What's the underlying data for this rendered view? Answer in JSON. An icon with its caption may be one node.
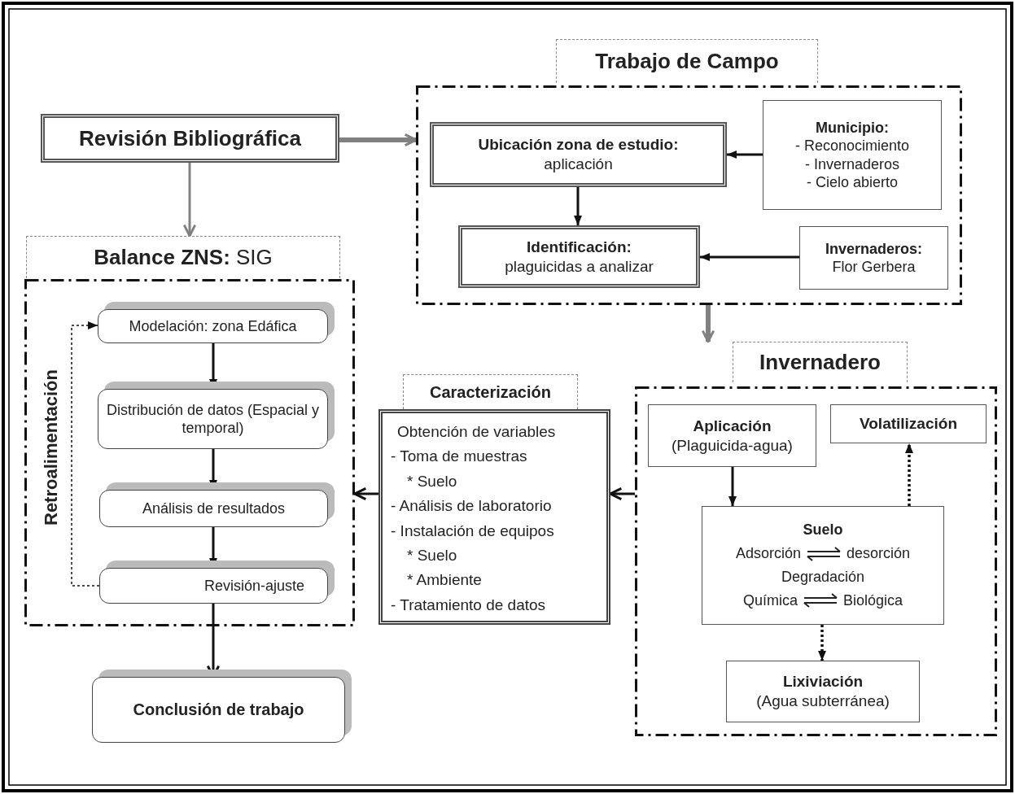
{
  "diagram": {
    "nodes": [
      {
        "text": [
          "Revisión Bibliográfica"
        ]
      },
      {
        "text": [
          "Trabajo de Campo"
        ]
      },
      {
        "text": [
          "Ubicación zona de estudio:",
          "aplicación"
        ],
        "in": 1
      },
      {
        "text": [
          "Municipio:",
          "- Reconocimiento",
          "- Invernaderos",
          "- Cielo abierto"
        ],
        "in": 1
      },
      {
        "text": [
          "Identificación:",
          "plaguicidas a analizar"
        ],
        "in": 1
      },
      {
        "text": [
          "Invernaderos:",
          "Flor Gerbera"
        ],
        "in": 1
      },
      {
        "text": [
          "**Balance ZNS:** SIG"
        ]
      },
      {
        "text": [
          "Modelación: zona Edáfica"
        ],
        "in": 6
      },
      {
        "text": [
          "Distribución de datos (Espacial y temporal)"
        ],
        "in": 6
      },
      {
        "text": [
          "Análisis de resultados"
        ],
        "in": 6
      },
      {
        "text": [
          "Revisión-ajuste"
        ],
        "in": 6
      },
      {
        "text": [
          "Conclusión de trabajo"
        ]
      },
      {
        "text": [
          "Caracterización",
          "Obtención de variables",
          "- Toma de muestras",
          "* Suelo",
          "- Análisis de laboratorio",
          "- Instalación de equipos",
          "* Suelo",
          "* Ambiente",
          "- Tratamiento de datos"
        ]
      },
      {
        "text": [
          "Invernadero"
        ]
      },
      {
        "text": [
          "Aplicación",
          "(Plaguicida-agua)"
        ],
        "in": 13
      },
      {
        "text": [
          "Volatilización"
        ],
        "in": 13
      },
      {
        "text": [
          "Suelo",
          "Adsorción",
          "desorción",
          "Degradación",
          "Química",
          "Biológica"
        ],
        "in": 13
      },
      {
        "text": [
          "Lixiviación",
          "(Agua subterránea)"
        ],
        "in": 13
      }
    ],
    "edges": [
      {
        "from": 0,
        "to": 1,
        "arrow": "to",
        "style": "thick",
        "color": "#808080"
      },
      {
        "from": 0,
        "to": 6,
        "arrow": "to",
        "color": "#808080"
      },
      {
        "from": 3,
        "to": 2,
        "arrow": "to"
      },
      {
        "from": 5,
        "to": 4,
        "arrow": "to"
      },
      {
        "from": 2,
        "to": 4,
        "arrow": "to"
      },
      {
        "from": 1,
        "to": 13,
        "arrow": "to",
        "style": "thick",
        "color": "#808080"
      },
      {
        "from": 13,
        "to": 12,
        "arrow": "to"
      },
      {
        "from": 12,
        "to": 6,
        "arrow": "to"
      },
      {
        "from": 7,
        "to": 8,
        "arrow": "to"
      },
      {
        "from": 8,
        "to": 9,
        "arrow": "to"
      },
      {
        "from": 9,
        "to": 10,
        "arrow": "to"
      },
      {
        "from": 10,
        "to": 7,
        "arrow": "to",
        "style": "dashed",
        "label": "Retroalimentación"
      },
      {
        "from": 10,
        "to": 11,
        "arrow": "to"
      },
      {
        "from": 14,
        "to": 16,
        "arrow": "to"
      },
      {
        "from": 16,
        "to": 15,
        "arrow": "to",
        "style": "dashed"
      },
      {
        "from": 16,
        "to": 17,
        "arrow": "to",
        "style": "dashed"
      }
    ]
  }
}
